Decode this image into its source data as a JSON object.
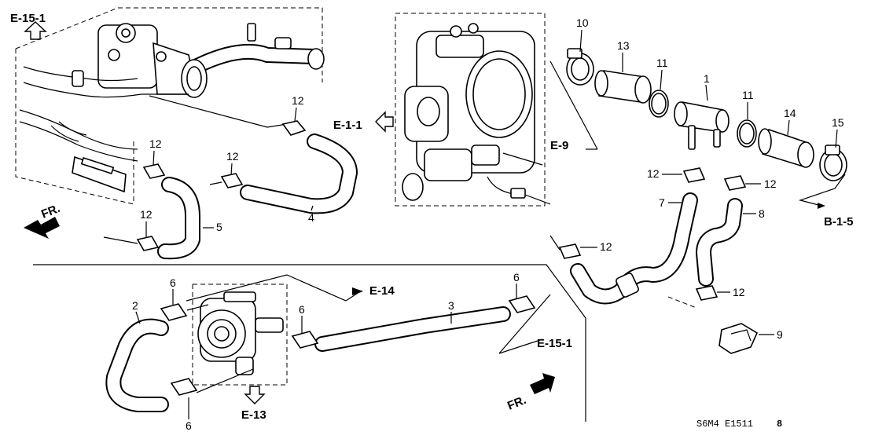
{
  "refs": {
    "e15_1_top": "E-15-1",
    "e1_1": "E-1-1",
    "e9": "E-9",
    "b1_5": "B-1-5",
    "e14": "E-14",
    "e15_1_mid": "E-15-1",
    "e13": "E-13"
  },
  "fr_label": "FR.",
  "callouts": [
    "1",
    "2",
    "3",
    "4",
    "5",
    "6",
    "7",
    "8",
    "9",
    "10",
    "11",
    "12",
    "13",
    "14",
    "15"
  ],
  "diagram_code": "S6M4 E1511",
  "diagram_code_suffix": "8"
}
